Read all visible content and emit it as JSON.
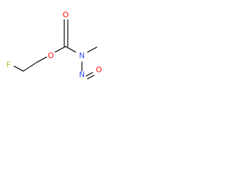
{
  "molecule": {
    "atoms": {
      "fluorine": {
        "symbol": "F",
        "color": "#9acd32"
      },
      "ester_oxygen": {
        "symbol": "O",
        "color": "#ff0d0d"
      },
      "carbonyl_oxygen": {
        "symbol": "O",
        "color": "#ff0d0d"
      },
      "amide_nitrogen": {
        "symbol": "N",
        "color": "#3050f8"
      },
      "nitroso_nitrogen": {
        "symbol": "N",
        "color": "#3050f8"
      },
      "nitroso_oxygen": {
        "symbol": "O",
        "color": "#ff0d0d"
      }
    },
    "bond_color": "#1a1a1a"
  }
}
